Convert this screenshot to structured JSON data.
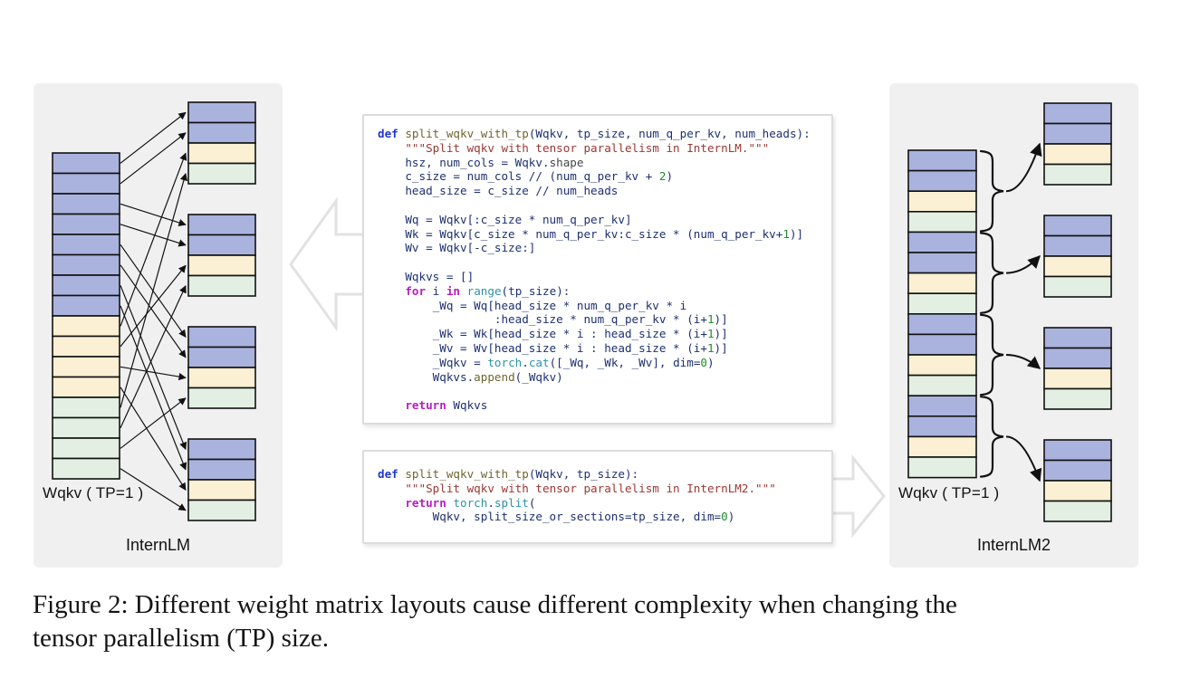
{
  "caption": {
    "line1": "Figure 2: Different weight matrix layouts cause different complexity when changing the",
    "line2": "tensor parallelism (TP) size."
  },
  "colors": {
    "blue": "#aab3de",
    "yellow": "#fbf0d3",
    "green": "#e2efe2",
    "cell_border": "#111111",
    "arrow": "#111111",
    "panel_bg": "#f0f0f1",
    "hollow_arrow": "#e2e2e2",
    "code_border": "#dcdcdc"
  },
  "left_panel": {
    "title": "InternLM",
    "matrix_label": "Wqkv ( TP=1 )",
    "tall_matrix_rows": [
      "blue",
      "blue",
      "blue",
      "blue",
      "blue",
      "blue",
      "blue",
      "blue",
      "yellow",
      "yellow",
      "yellow",
      "yellow",
      "green",
      "green",
      "green",
      "green"
    ],
    "split_matrices": [
      [
        "blue",
        "blue",
        "yellow",
        "green"
      ],
      [
        "blue",
        "blue",
        "yellow",
        "green"
      ],
      [
        "blue",
        "blue",
        "yellow",
        "green"
      ],
      [
        "blue",
        "blue",
        "yellow",
        "green"
      ]
    ],
    "arrows": [
      {
        "from_row": 0,
        "to_matrix": 0,
        "to_cell": 0
      },
      {
        "from_row": 1,
        "to_matrix": 0,
        "to_cell": 1
      },
      {
        "from_row": 8,
        "to_matrix": 0,
        "to_cell": 2
      },
      {
        "from_row": 12,
        "to_matrix": 0,
        "to_cell": 3
      },
      {
        "from_row": 2,
        "to_matrix": 1,
        "to_cell": 0
      },
      {
        "from_row": 3,
        "to_matrix": 1,
        "to_cell": 1
      },
      {
        "from_row": 9,
        "to_matrix": 1,
        "to_cell": 2
      },
      {
        "from_row": 13,
        "to_matrix": 1,
        "to_cell": 3
      },
      {
        "from_row": 4,
        "to_matrix": 2,
        "to_cell": 0
      },
      {
        "from_row": 5,
        "to_matrix": 2,
        "to_cell": 1
      },
      {
        "from_row": 10,
        "to_matrix": 2,
        "to_cell": 2
      },
      {
        "from_row": 14,
        "to_matrix": 2,
        "to_cell": 3
      },
      {
        "from_row": 6,
        "to_matrix": 3,
        "to_cell": 0
      },
      {
        "from_row": 7,
        "to_matrix": 3,
        "to_cell": 1
      },
      {
        "from_row": 11,
        "to_matrix": 3,
        "to_cell": 2
      },
      {
        "from_row": 15,
        "to_matrix": 3,
        "to_cell": 3
      }
    ]
  },
  "right_panel": {
    "title": "InternLM2",
    "matrix_label": "Wqkv ( TP=1 )",
    "tall_matrix_rows": [
      "blue",
      "blue",
      "yellow",
      "green",
      "blue",
      "blue",
      "yellow",
      "green",
      "blue",
      "blue",
      "yellow",
      "green",
      "blue",
      "blue",
      "yellow",
      "green"
    ],
    "split_matrices": [
      [
        "blue",
        "blue",
        "yellow",
        "green"
      ],
      [
        "blue",
        "blue",
        "yellow",
        "green"
      ],
      [
        "blue",
        "blue",
        "yellow",
        "green"
      ],
      [
        "blue",
        "blue",
        "yellow",
        "green"
      ]
    ],
    "braces": [
      {
        "rows": [
          0,
          3
        ],
        "to_matrix": 0
      },
      {
        "rows": [
          4,
          7
        ],
        "to_matrix": 1
      },
      {
        "rows": [
          8,
          11
        ],
        "to_matrix": 2
      },
      {
        "rows": [
          12,
          15
        ],
        "to_matrix": 3
      }
    ]
  },
  "code_blocks": [
    {
      "id": "internlm",
      "lines": [
        [
          {
            "c": "kw",
            "t": "def"
          },
          {
            "c": "d",
            "t": " "
          },
          {
            "c": "fn",
            "t": "split_wqkv_with_tp"
          },
          {
            "c": "d",
            "t": "(Wqkv, tp_size, num_q_per_kv, num_heads):"
          }
        ],
        [
          {
            "c": "d",
            "t": "    "
          },
          {
            "c": "str",
            "t": "\"\"\"Split wqkv with tensor parallelism in InternLM.\"\"\""
          }
        ],
        [
          {
            "c": "d",
            "t": "    hsz, num_cols = Wqkv."
          },
          {
            "c": "attr",
            "t": "shape"
          }
        ],
        [
          {
            "c": "d",
            "t": "    c_size = num_cols // (num_q_per_kv + "
          },
          {
            "c": "num",
            "t": "2"
          },
          {
            "c": "d",
            "t": ")"
          }
        ],
        [
          {
            "c": "d",
            "t": "    head_size = c_size // num_heads"
          }
        ],
        [],
        [
          {
            "c": "d",
            "t": "    Wq = Wqkv[:c_size * num_q_per_kv]"
          }
        ],
        [
          {
            "c": "d",
            "t": "    Wk = Wqkv[c_size * num_q_per_kv:c_size * (num_q_per_kv+"
          },
          {
            "c": "num",
            "t": "1"
          },
          {
            "c": "d",
            "t": ")]"
          }
        ],
        [
          {
            "c": "d",
            "t": "    Wv = Wqkv[-c_size:]"
          }
        ],
        [],
        [
          {
            "c": "d",
            "t": "    Wqkvs = []"
          }
        ],
        [
          {
            "c": "d",
            "t": "    "
          },
          {
            "c": "ctrl",
            "t": "for"
          },
          {
            "c": "d",
            "t": " i "
          },
          {
            "c": "ctrl",
            "t": "in"
          },
          {
            "c": "d",
            "t": " "
          },
          {
            "c": "bi",
            "t": "range"
          },
          {
            "c": "d",
            "t": "(tp_size):"
          }
        ],
        [
          {
            "c": "d",
            "t": "        _Wq = Wq[head_size * num_q_per_kv * i"
          }
        ],
        [
          {
            "c": "d",
            "t": "                 :head_size * num_q_per_kv * (i+"
          },
          {
            "c": "num",
            "t": "1"
          },
          {
            "c": "d",
            "t": ")]"
          }
        ],
        [
          {
            "c": "d",
            "t": "        _Wk = Wk[head_size * i : head_size * (i+"
          },
          {
            "c": "num",
            "t": "1"
          },
          {
            "c": "d",
            "t": ")]"
          }
        ],
        [
          {
            "c": "d",
            "t": "        _Wv = Wv[head_size * i : head_size * (i+"
          },
          {
            "c": "num",
            "t": "1"
          },
          {
            "c": "d",
            "t": ")]"
          }
        ],
        [
          {
            "c": "d",
            "t": "        _Wqkv = "
          },
          {
            "c": "bi",
            "t": "torch"
          },
          {
            "c": "d",
            "t": "."
          },
          {
            "c": "bi",
            "t": "cat"
          },
          {
            "c": "d",
            "t": "([_Wq, _Wk, _Wv], dim="
          },
          {
            "c": "num",
            "t": "0"
          },
          {
            "c": "d",
            "t": ")"
          }
        ],
        [
          {
            "c": "d",
            "t": "        Wqkvs."
          },
          {
            "c": "fn",
            "t": "append"
          },
          {
            "c": "d",
            "t": "(_Wqkv)"
          }
        ],
        [],
        [
          {
            "c": "d",
            "t": "    "
          },
          {
            "c": "ctrl",
            "t": "return"
          },
          {
            "c": "d",
            "t": " Wqkvs"
          }
        ]
      ]
    },
    {
      "id": "internlm2",
      "lines": [
        [
          {
            "c": "kw",
            "t": "def"
          },
          {
            "c": "d",
            "t": " "
          },
          {
            "c": "fn",
            "t": "split_wqkv_with_tp"
          },
          {
            "c": "d",
            "t": "(Wqkv, tp_size):"
          }
        ],
        [
          {
            "c": "d",
            "t": "    "
          },
          {
            "c": "str",
            "t": "\"\"\"Split wqkv with tensor parallelism in InternLM2.\"\"\""
          }
        ],
        [
          {
            "c": "d",
            "t": "    "
          },
          {
            "c": "ctrl",
            "t": "return"
          },
          {
            "c": "d",
            "t": " "
          },
          {
            "c": "bi",
            "t": "torch"
          },
          {
            "c": "d",
            "t": "."
          },
          {
            "c": "bi",
            "t": "split"
          },
          {
            "c": "d",
            "t": "("
          }
        ],
        [
          {
            "c": "d",
            "t": "        Wqkv, split_size_or_sections=tp_size, dim="
          },
          {
            "c": "num",
            "t": "0"
          },
          {
            "c": "d",
            "t": ")"
          }
        ]
      ]
    }
  ]
}
